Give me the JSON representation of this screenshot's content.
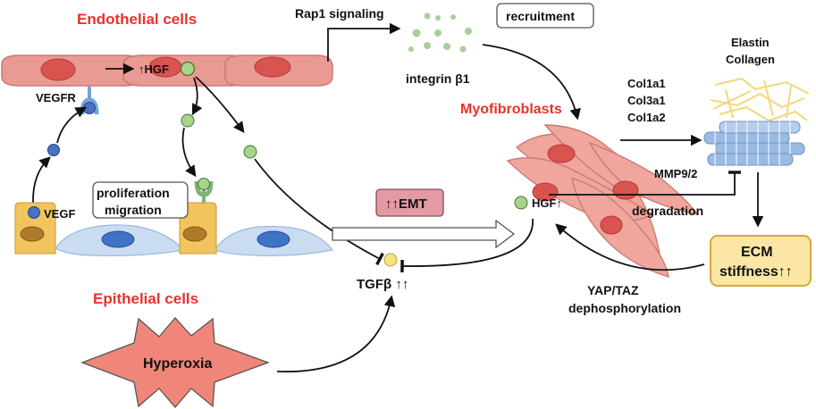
{
  "labels": {
    "endothelial": "Endothelial cells",
    "epithelial": "Epithelial cells",
    "myofibroblasts": "Myofibroblasts",
    "rap1": "Rap1 signaling",
    "recruitment": "recruitment",
    "integrin": "integrin β1",
    "vegfr": "VEGFR",
    "hgf_up": "↑HGF",
    "vegf": "VEGF",
    "proliferation": "proliferation",
    "migration": "migration",
    "emt": "↑↑EMT",
    "tgfb": "TGFβ ↑↑",
    "hyperoxia": "Hyperoxia",
    "hgf_myo": "HGF↑",
    "col1a1": "Col1a1",
    "col3a1": "Col3a1",
    "col1a2": "Col1a2",
    "elastin": "Elastin",
    "collagen": "Collagen",
    "mmp": "MMP9/2",
    "degradation": "degradation",
    "ecm": "ECM",
    "stiffness": "stiffness↑↑",
    "yap": "YAP/TAZ",
    "dephos": "dephosphorylation"
  },
  "colors": {
    "title_red": "#e8322b",
    "endothelial_fill": "#e99a92",
    "nucleus_red": "#d9534f",
    "epithelial_fill": "#f2c45e",
    "nucleus_brown": "#b07a2a",
    "flat_cell_fill": "#c9dcf2",
    "nucleus_blue": "#3f73c6",
    "hgf_green": "#a9d38a",
    "integrin_green": "#a8cf9a",
    "vegf_blue": "#4a6fc3",
    "tgfb_yellow": "#f6e27a",
    "emt_fill": "#e39aa3",
    "hyperoxia_fill": "#f0867a",
    "ecm_fill": "#fbe6a6",
    "fiber_blue": "#9bbbe3",
    "elastin_yellow": "#f3d77a"
  }
}
